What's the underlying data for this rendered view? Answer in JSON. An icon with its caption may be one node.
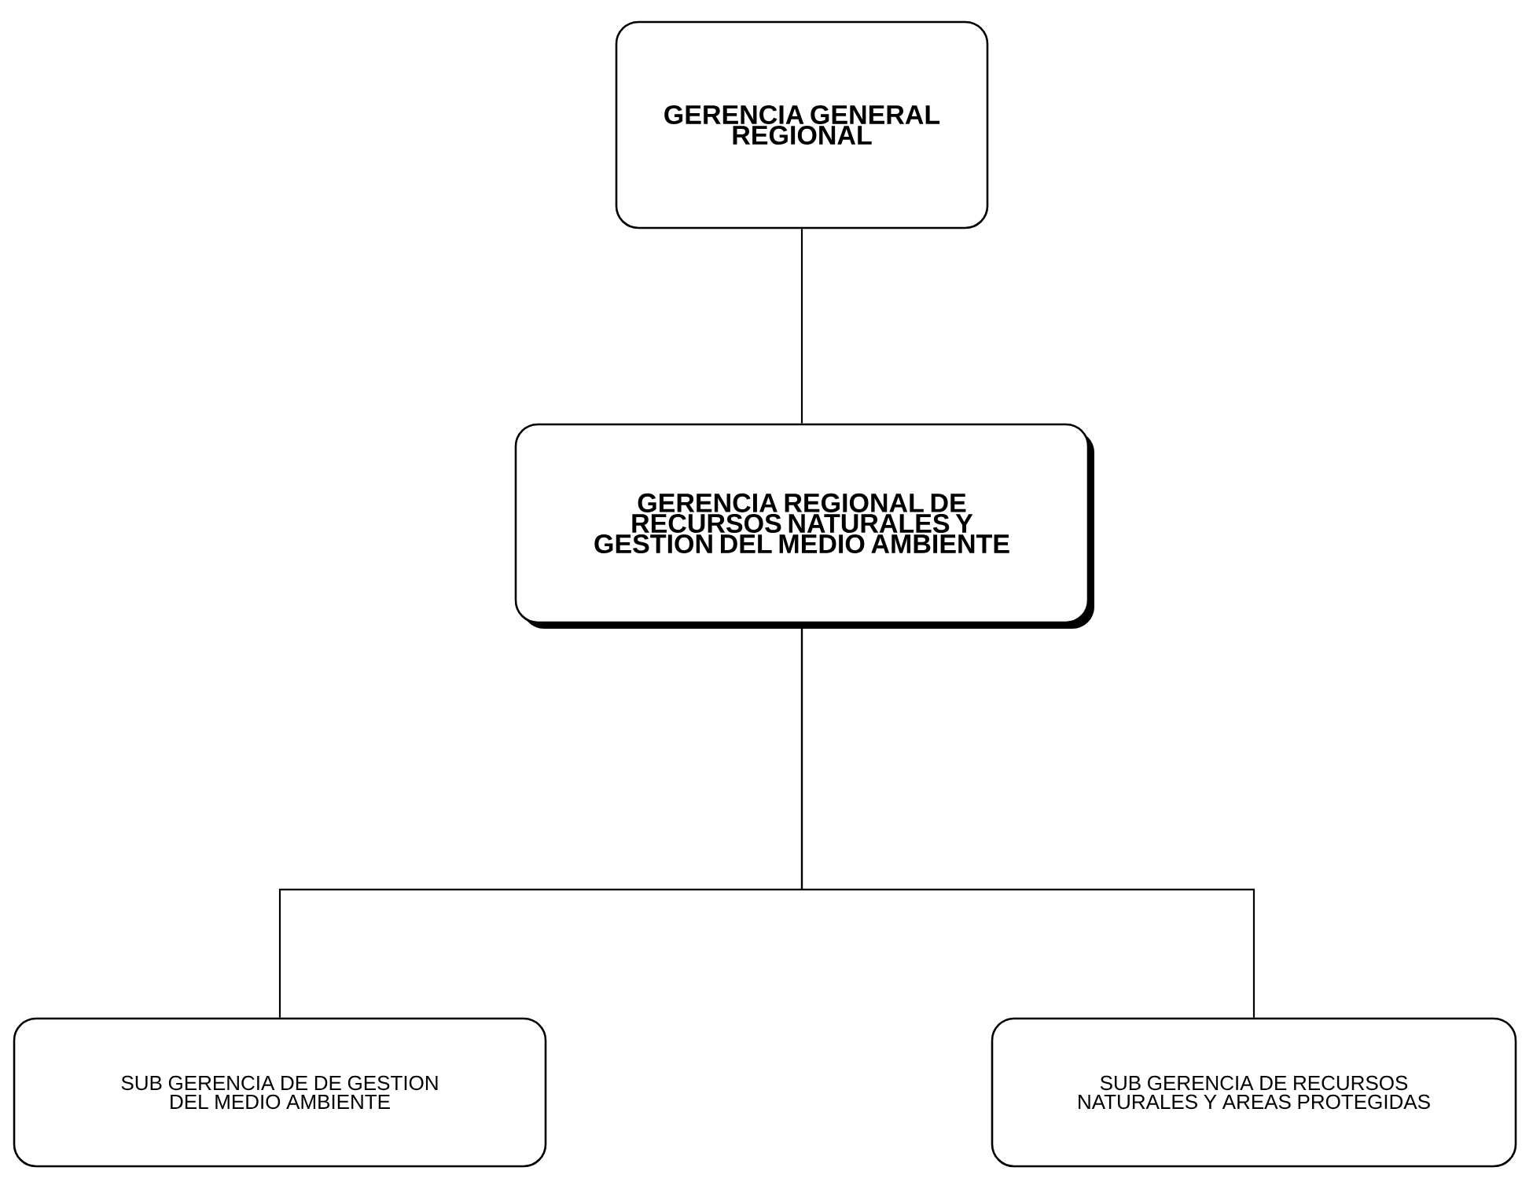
{
  "diagram": {
    "nodes": [
      {
        "text": [
          "GERENCIA GENERAL REGIONAL"
        ]
      },
      {
        "text": [
          "GERENCIA REGIONAL DE RECURSOS NATURALES Y GESTION DEL MEDIO AMBIENTE"
        ]
      },
      {
        "text": [
          "SUB GERENCIA DE DE GESTION DEL MEDIO AMBIENTE"
        ]
      },
      {
        "text": [
          "SUB GERENCIA DE RECURSOS NATURALES Y AREAS PROTEGIDAS"
        ]
      }
    ],
    "edges": [
      {
        "from": 0,
        "to": 1,
        "arrow": "none"
      },
      {
        "from": 1,
        "to": 2,
        "arrow": "none"
      },
      {
        "from": 1,
        "to": 3,
        "arrow": "none"
      }
    ]
  }
}
